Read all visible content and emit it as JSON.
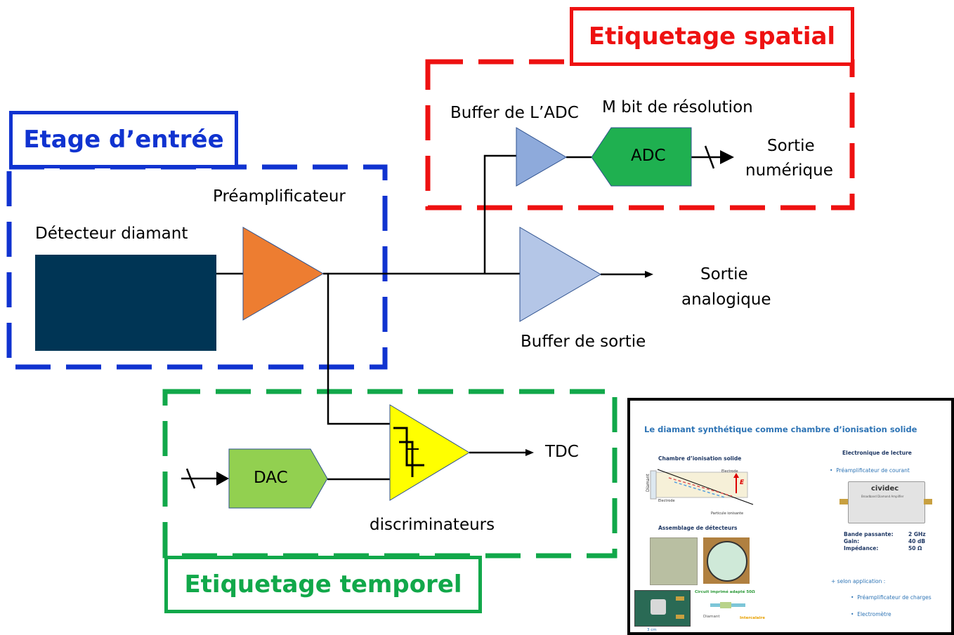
{
  "stages": {
    "input": {
      "title": "Etage d’entrée",
      "color": "#1033d0"
    },
    "spatial": {
      "title": "Etiquetage spatial",
      "color": "#ee1111"
    },
    "temporal": {
      "title": "Etiquetage temporel",
      "color": "#11a84a"
    }
  },
  "blocks": {
    "detector": {
      "label": "Détecteur diamant",
      "color": "#003555"
    },
    "preamp": {
      "label": "Préamplificateur",
      "color": "#ed7d31"
    },
    "adc_buffer": {
      "label": "Buffer de L’ADC",
      "color": "#8eaadb"
    },
    "adc": {
      "label": "ADC",
      "resolution_label": "M bit de résolution",
      "color": "#1fb050"
    },
    "output_buffer": {
      "label": "Buffer de sortie",
      "color": "#b4c6e7"
    },
    "dac": {
      "label": "DAC",
      "color": "#92d050"
    },
    "discriminator": {
      "label": "discriminateurs",
      "color": "#ffff00"
    }
  },
  "outputs": {
    "digital": [
      "Sortie",
      "numérique"
    ],
    "analog": [
      "Sortie",
      "analogique"
    ],
    "tdc": "TDC"
  },
  "inset": {
    "title": "Le diamant synthétique comme chambre d’ionisation solide",
    "left": {
      "chamber_title": "Chambre d’ionisation solide",
      "electrode_top": "Electrode",
      "electrode_bottom": "Electrode",
      "diamond": "Diamant",
      "field": "E",
      "particle": "Particule ionisante",
      "assembly_title": "Assemblage de détecteurs",
      "pcb_label": "Circuit imprimé adapté 50Ω",
      "diamant_label": "Diamant",
      "spacer_label": "Intercalaire",
      "scale": "3 cm"
    },
    "right": {
      "electronics_title": "Electronique de lecture",
      "bullet1": "Préamplificateur de courant",
      "brand": "cividec",
      "brand_sub": "Broadband Diamond Amplifier",
      "specs": [
        {
          "k": "Bande passante:",
          "v": "2 GHz"
        },
        {
          "k": "Gain:",
          "v": "40 dB"
        },
        {
          "k": "Impédance:",
          "v": "50 Ω"
        }
      ],
      "selon": "+ selon application :",
      "sub1": "Préamplificateur de charges",
      "sub2": "Electromètre"
    }
  }
}
